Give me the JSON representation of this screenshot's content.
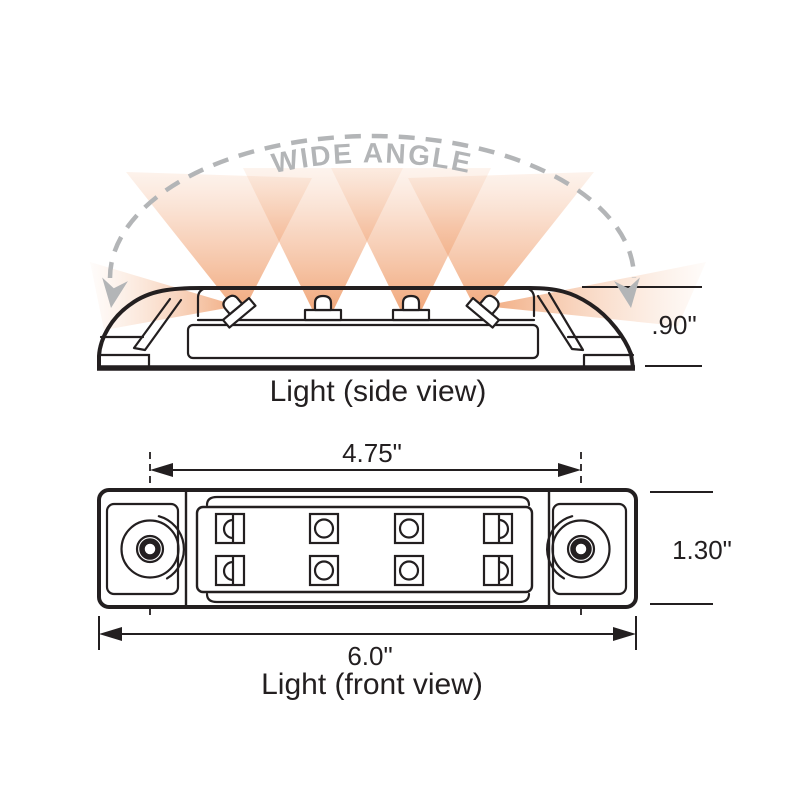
{
  "side_view": {
    "wide_angle_label": "WIDE ANGLE",
    "height_dim": ".90\"",
    "caption": "Light (side view)",
    "led_count": 4
  },
  "front_view": {
    "hole_spacing_dim": "4.75\"",
    "height_dim": "1.30\"",
    "width_dim": "6.0\"",
    "caption": "Light (front view)",
    "led_rows": 2,
    "led_columns": 4
  },
  "colors": {
    "line": "#231f20",
    "gray_accent": "#b3b5b7",
    "beam_orange": "#ee9660",
    "background": "#ffffff"
  }
}
